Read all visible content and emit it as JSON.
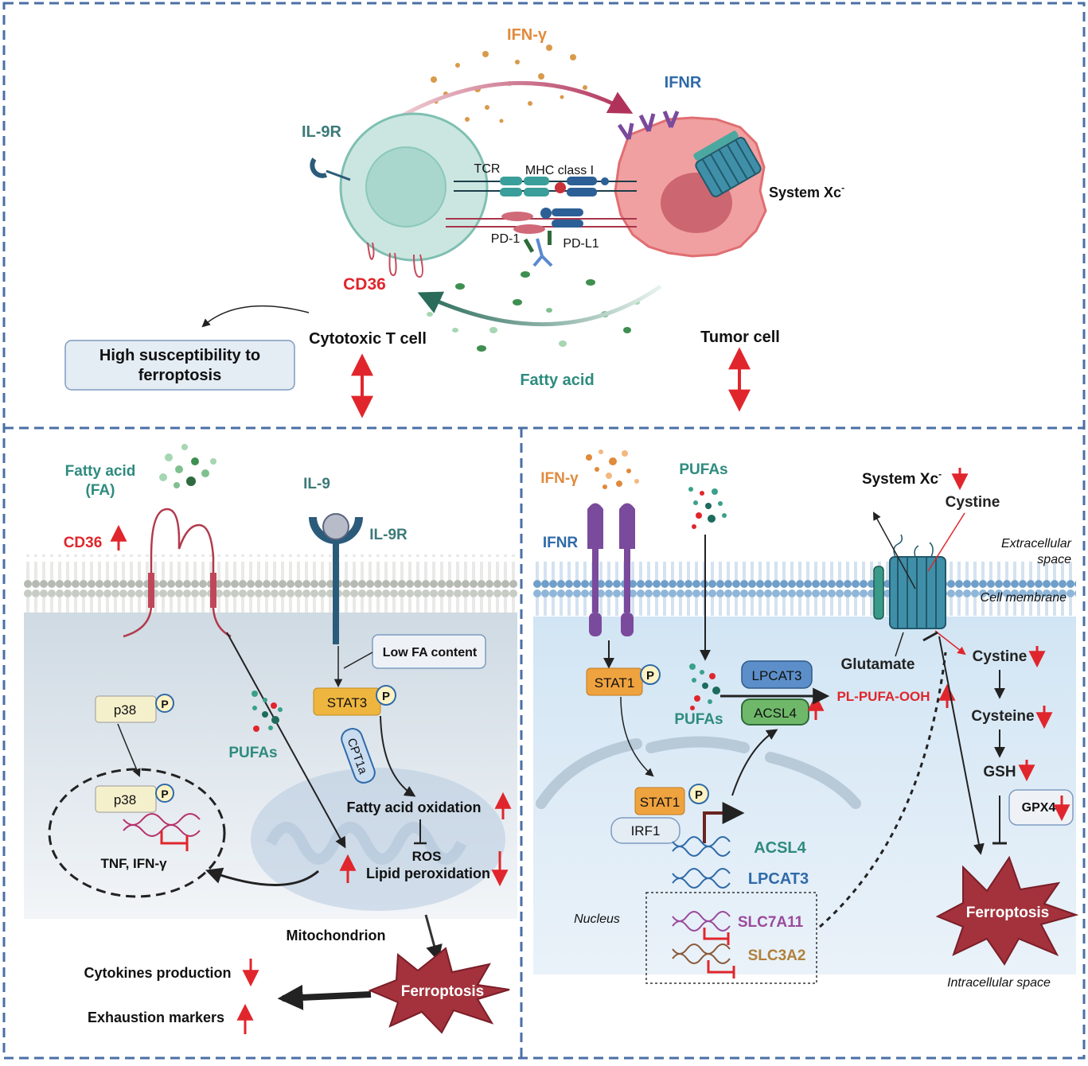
{
  "top": {
    "ifng": "IFN-γ",
    "ifnr": "IFNR",
    "il9r": "IL-9R",
    "tcr": "TCR",
    "mhc": "MHC class I",
    "pd1": "PD-1",
    "pdl1": "PD-L1",
    "cd36": "CD36",
    "system_xc": "System Xc",
    "system_xc_sup": "-",
    "cytotoxic_t_cell": "Cytotoxic T cell",
    "tumor_cell": "Tumor cell",
    "fatty_acid": "Fatty acid",
    "high_susceptibility_1": "High susceptibility to",
    "high_susceptibility_2": "ferroptosis"
  },
  "left": {
    "fatty_acid_1": "Fatty acid",
    "fatty_acid_2": "(FA)",
    "cd36": "CD36",
    "il9": "IL-9",
    "il9r": "IL-9R",
    "low_fa": "Low FA content",
    "stat3": "STAT3",
    "p": "P",
    "cpt1a": "CPT1a",
    "p38": "p38",
    "pufas": "PUFAs",
    "tnf_ifng": "TNF, IFN-γ",
    "fatty_acid_oxidation": "Fatty acid oxidation",
    "ros": "ROS",
    "lipid_peroxidation": "Lipid peroxidation",
    "mitochondrion": "Mitochondrion",
    "ferroptosis": "Ferroptosis",
    "cytokines_production": "Cytokines production",
    "exhaustion_markers": "Exhaustion markers"
  },
  "right": {
    "ifng": "IFN-γ",
    "ifnr": "IFNR",
    "pufas_top": "PUFAs",
    "system_xc": "System Xc",
    "system_xc_sup": "-",
    "cystine_top": "Cystine",
    "extracellular_1": "Extracellular",
    "extracellular_2": "space",
    "cell_membrane": "Cell membrane",
    "glutamate": "Glutamate",
    "cystine": "Cystine",
    "cysteine": "Cysteine",
    "gsh": "GSH",
    "gpx4": "GPX4",
    "stat1": "STAT1",
    "p": "P",
    "pufas_bottom": "PUFAs",
    "lpcat3": "LPCAT3",
    "acsl4": "ACSL4",
    "pl_pufa_ooh": "PL-PUFA-OOH",
    "irf1": "IRF1",
    "gene_acsl4": "ACSL4",
    "gene_lpcat3": "LPCAT3",
    "gene_slc7a11": "SLC7A11",
    "gene_slc3a2": "SLC3A2",
    "nucleus": "Nucleus",
    "ferroptosis": "Ferroptosis",
    "intracellular": "Intracellular space"
  },
  "colors": {
    "frame_dash": "#4a6fa5",
    "teal": "#2e8b7e",
    "orange": "#e08a3c",
    "blue_label": "#2f6aa8",
    "red": "#e0262c",
    "membrane_grey": "#c9cdc7",
    "cytoplasm": "#dce6ee",
    "cytoplasm_right": "#dbe9f5",
    "star_red": "#a3323c",
    "stat_orange": "#efa33f",
    "acsl4_green": "#6fb86a",
    "lpcat3_blue": "#5c8fc9"
  }
}
